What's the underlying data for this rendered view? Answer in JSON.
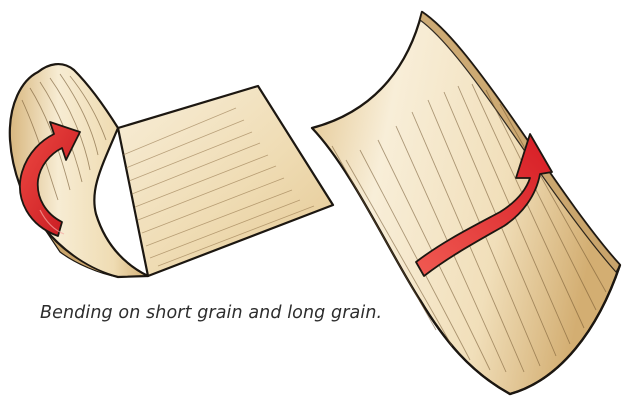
{
  "caption": "Bending on short grain and long grain.",
  "colors": {
    "wood_light": "#f6ead1",
    "wood_mid": "#ecd7ac",
    "wood_dark": "#c9a46b",
    "outline": "#1c1711",
    "arrow_red": "#e0262e",
    "arrow_dark_red": "#a8141b",
    "caption_text": "#2d2d2d"
  },
  "illustrations": [
    {
      "name": "short-grain-bend",
      "arrow": "curved-arrow-red"
    },
    {
      "name": "long-grain-bend",
      "arrow": "curved-arrow-red"
    }
  ]
}
